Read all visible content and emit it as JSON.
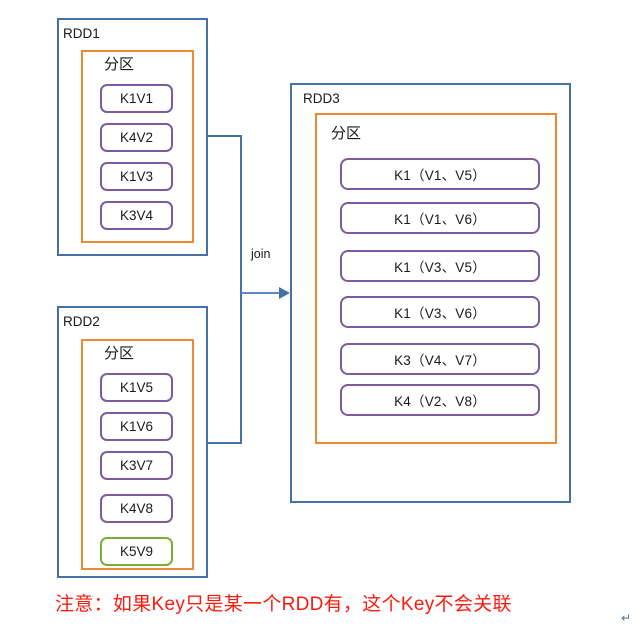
{
  "diagram": {
    "title_note": "注意：如果Key只是某一个RDD有，这个Key不会关联",
    "paragraph_mark": "↵",
    "join_label": "join",
    "partition_label": "分区",
    "colors": {
      "container_border": "#4472a8",
      "partition_border": "#ed8b34",
      "chip_border": "#7c5c9e",
      "chip_border_unmatched": "#7bad39",
      "note_text": "#fb1c10",
      "arrow": "#4472a8"
    },
    "rdd1": {
      "label": "RDD1",
      "partition_label": "分区",
      "records": [
        {
          "text": "K1V1",
          "highlight": false
        },
        {
          "text": "K4V2",
          "highlight": false
        },
        {
          "text": "K1V3",
          "highlight": false
        },
        {
          "text": "K3V4",
          "highlight": false
        }
      ]
    },
    "rdd2": {
      "label": "RDD2",
      "partition_label": "分区",
      "records": [
        {
          "text": "K1V5",
          "highlight": false
        },
        {
          "text": "K1V6",
          "highlight": false
        },
        {
          "text": "K3V7",
          "highlight": false
        },
        {
          "text": "K4V8",
          "highlight": false
        },
        {
          "text": "K5V9",
          "highlight": true
        }
      ]
    },
    "rdd3": {
      "label": "RDD3",
      "partition_label": "分区",
      "records": [
        {
          "text": "K1（V1、V5）",
          "highlight": false
        },
        {
          "text": "K1（V1、V6）",
          "highlight": false
        },
        {
          "text": "K1（V3、V5）",
          "highlight": false
        },
        {
          "text": "K1（V3、V6）",
          "highlight": false
        },
        {
          "text": "K3（V4、V7）",
          "highlight": false
        },
        {
          "text": "K4（V2、V8）",
          "highlight": false
        }
      ]
    }
  }
}
